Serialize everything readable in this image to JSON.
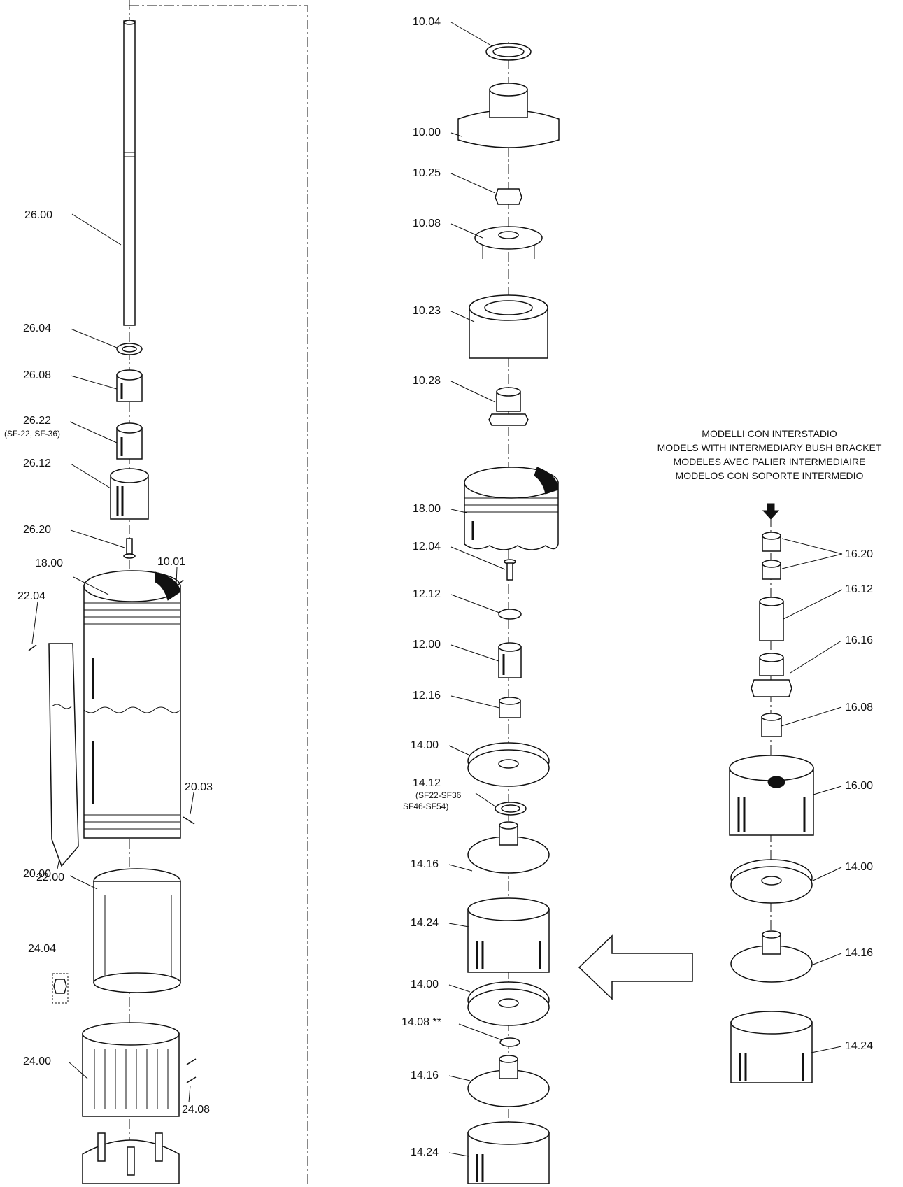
{
  "diagram": {
    "left_column": [
      {
        "id": "26.00"
      },
      {
        "id": "26.04"
      },
      {
        "id": "26.08"
      },
      {
        "id": "26.22",
        "note": "(SF-22, SF-36)"
      },
      {
        "id": "26.12"
      },
      {
        "id": "26.20"
      },
      {
        "id": "18.00"
      },
      {
        "id": "10.01"
      },
      {
        "id": "22.04"
      },
      {
        "id": "20.03"
      },
      {
        "id": "22.00"
      },
      {
        "id": "20.00"
      },
      {
        "id": "24.04"
      },
      {
        "id": "24.00"
      },
      {
        "id": "24.08"
      }
    ],
    "center_column": [
      {
        "id": "10.04"
      },
      {
        "id": "10.00"
      },
      {
        "id": "10.25"
      },
      {
        "id": "10.08"
      },
      {
        "id": "10.23"
      },
      {
        "id": "10.28"
      },
      {
        "id": "18.00"
      },
      {
        "id": "12.04"
      },
      {
        "id": "12.12"
      },
      {
        "id": "12.00"
      },
      {
        "id": "12.16"
      },
      {
        "id": "14.00"
      },
      {
        "id": "14.12",
        "note1": "(SF22-SF36",
        "note2": "SF46-SF54)"
      },
      {
        "id": "14.16"
      },
      {
        "id": "14.24"
      },
      {
        "id": "14.00"
      },
      {
        "id": "14.08 **"
      },
      {
        "id": "14.16"
      },
      {
        "id": "14.24"
      }
    ],
    "right_column": {
      "heading": [
        "MODELLI CON INTERSTADIO",
        "MODELS WITH INTERMEDIARY BUSH BRACKET",
        "MODELES AVEC PALIER INTERMEDIAIRE",
        "MODELOS CON SOPORTE INTERMEDIO"
      ],
      "items": [
        {
          "id": "16.20"
        },
        {
          "id": "16.12"
        },
        {
          "id": "16.16"
        },
        {
          "id": "16.08"
        },
        {
          "id": "16.00"
        },
        {
          "id": "14.00"
        },
        {
          "id": "14.16"
        },
        {
          "id": "14.24"
        }
      ]
    }
  }
}
